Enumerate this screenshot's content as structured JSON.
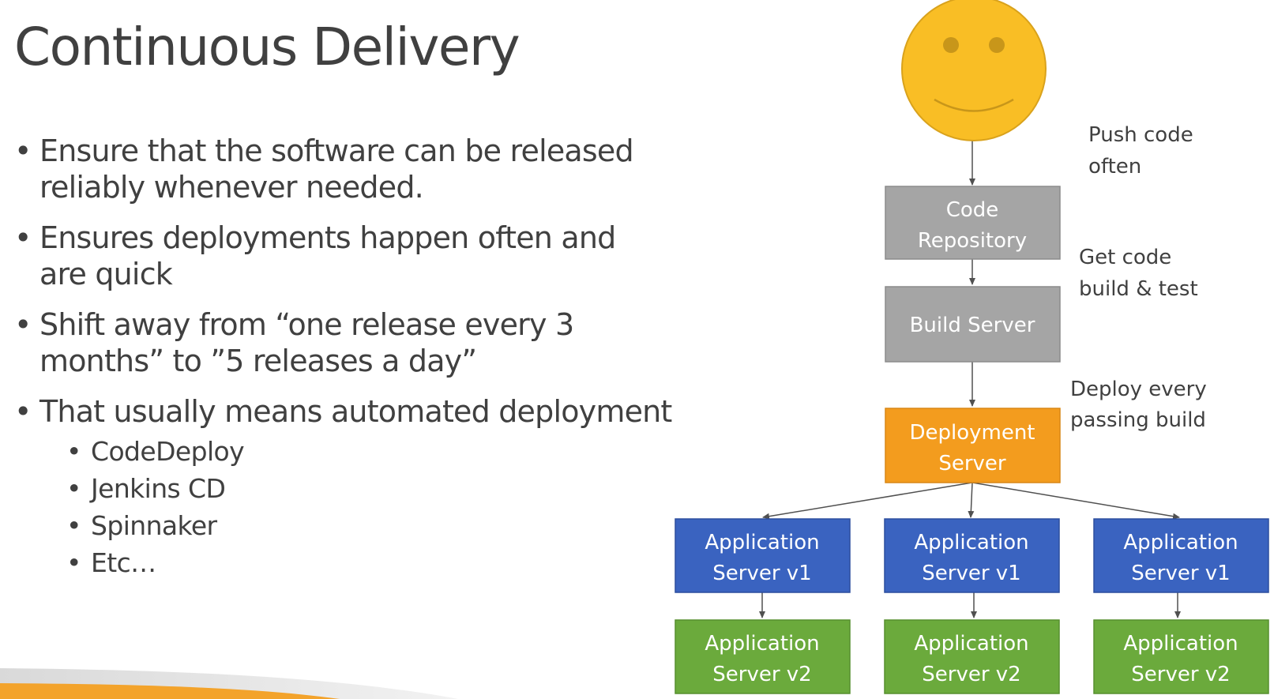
{
  "slide": {
    "title": "Continuous Delivery",
    "bullets": [
      {
        "line1": "Ensure that the software can be released",
        "line2": "reliably whenever needed."
      },
      {
        "line1": "Ensures deployments happen often and",
        "line2": "are quick"
      },
      {
        "line1": "Shift away from “one release every 3",
        "line2": "months” to ”5 releases a day”"
      },
      {
        "line1": "That usually means automated deployment"
      }
    ],
    "sub_bullets": [
      "CodeDeploy",
      "Jenkins CD",
      "Spinnaker",
      "Etc…"
    ]
  },
  "diagram": {
    "developer_icon": "smiley-face-icon",
    "nodes": {
      "code_repository": {
        "line1": "Code",
        "line2": "Repository"
      },
      "build_server": {
        "label": "Build Server"
      },
      "deployment_server": {
        "line1": "Deployment",
        "line2": "Server"
      },
      "app_servers_v1": [
        {
          "line1": "Application",
          "line2": "Server v1"
        },
        {
          "line1": "Application",
          "line2": "Server v1"
        },
        {
          "line1": "Application",
          "line2": "Server v1"
        }
      ],
      "app_servers_v2": [
        {
          "line1": "Application",
          "line2": "Server v2"
        },
        {
          "line1": "Application",
          "line2": "Server v2"
        },
        {
          "line1": "Application",
          "line2": "Server v2"
        }
      ]
    },
    "annotations": {
      "push": {
        "line1": "Push code",
        "line2": "often"
      },
      "build": {
        "line1": "Get code",
        "line2": "build & test"
      },
      "deploy": {
        "line1": "Deploy every",
        "line2": "passing build"
      }
    },
    "colors": {
      "face": "#F9BE25",
      "gray_box": "#A5A5A5",
      "orange_box": "#F39C1E",
      "blue_box": "#3A63C0",
      "green_box": "#6BAA3C",
      "accent_bar": "#F3A32B"
    }
  }
}
